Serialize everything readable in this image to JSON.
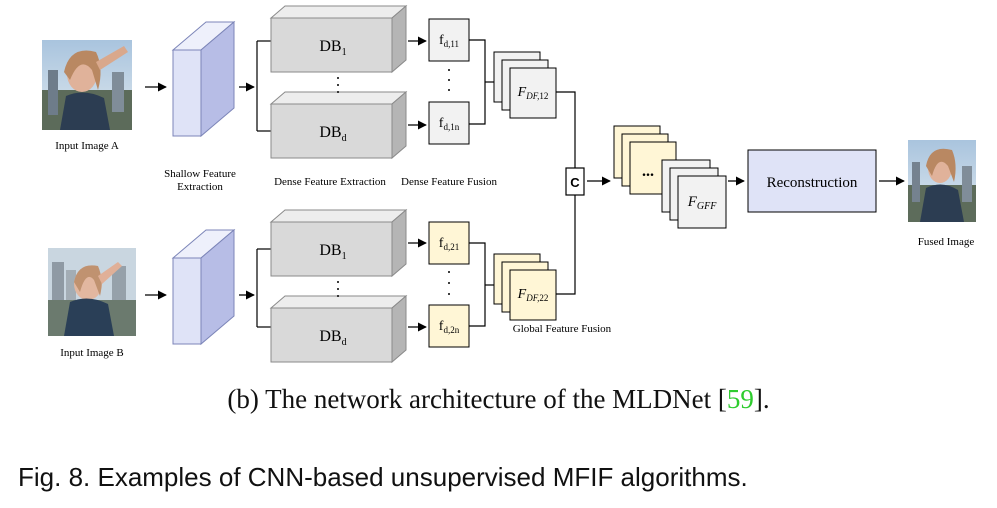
{
  "labels": {
    "input_a": "Input Image A",
    "input_b": "Input Image B",
    "shallow_line1": "Shallow Feature",
    "shallow_line2": "Extraction",
    "dense_extraction": "Dense Feature Extraction",
    "dense_fusion": "Dense Feature Fusion",
    "global_fusion": "Global Feature Fusion",
    "fused_image": "Fused Image",
    "reconstruction": "Reconstruction",
    "concat": "C",
    "ellipsis": "..."
  },
  "blocks": {
    "db_base": "DB",
    "db_sub_top": "1",
    "db_sub_bottom": "d",
    "f_base": "f",
    "f11_sub": "d,11",
    "f1n_sub": "d,1n",
    "f21_sub": "d,21",
    "f2n_sub": "d,2n",
    "fdf_main": "F",
    "fdf_sub": "DF,",
    "fdf12_num": "12",
    "fdf22_num": "22",
    "fgff_main": "F",
    "fgff_sub": "GFF"
  },
  "caption": {
    "sub_prefix": "(b)  The network architecture of the MLDNet [",
    "sub_ref": "59",
    "sub_suffix": "].",
    "figure": "Fig. 8. Examples of CNN-based unsupervised MFIF algorithms."
  },
  "colors": {
    "shallow_block": "#dfe3f7",
    "dense_block": "#d9d9d9",
    "feature_top": "#f2f2f2",
    "feature_bottom": "#fff6d6",
    "reconstruction": "#dfe3f7",
    "citation": "#2ecc2e"
  }
}
